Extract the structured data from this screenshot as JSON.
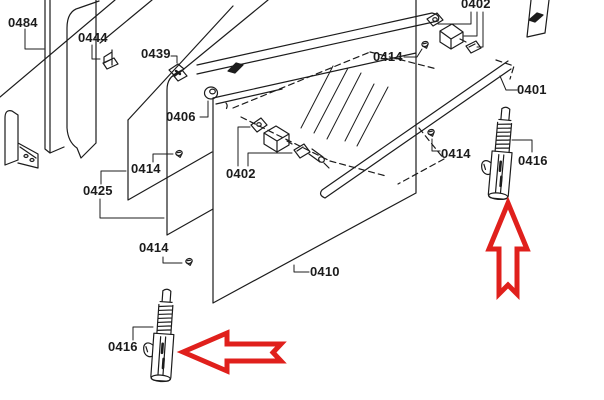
{
  "diagram": {
    "type": "exploded-parts-diagram",
    "labels": [
      {
        "id": "0484",
        "text": "0484"
      },
      {
        "id": "0444",
        "text": "0444"
      },
      {
        "id": "0439",
        "text": "0439"
      },
      {
        "id": "0402-top",
        "text": "0402"
      },
      {
        "id": "0414-top-right",
        "text": "0414"
      },
      {
        "id": "0401",
        "text": "0401"
      },
      {
        "id": "0406",
        "text": "0406"
      },
      {
        "id": "0414-mid-left",
        "text": "0414"
      },
      {
        "id": "0402-mid",
        "text": "0402"
      },
      {
        "id": "0425",
        "text": "0425"
      },
      {
        "id": "0414-right",
        "text": "0414"
      },
      {
        "id": "0416-right",
        "text": "0416"
      },
      {
        "id": "0414-bottom",
        "text": "0414"
      },
      {
        "id": "0410",
        "text": "0410"
      },
      {
        "id": "0416-left",
        "text": "0416"
      }
    ],
    "arrows": [
      {
        "direction": "left",
        "points_to": "lower hinge 0416"
      },
      {
        "direction": "up",
        "points_to": "right hinge 0416"
      }
    ],
    "colors": {
      "line": "#1C1C1C",
      "arrow": "#E0201C",
      "background": "#FFFFFF"
    }
  }
}
